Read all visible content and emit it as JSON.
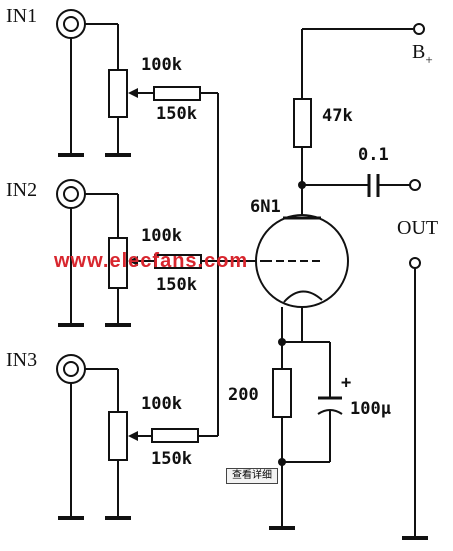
{
  "diagram": {
    "inputs": [
      "IN1",
      "IN2",
      "IN3"
    ],
    "pot_value": "100k",
    "mix_resistor_value": "150k",
    "tube": "6N1",
    "anode_resistor": "47k",
    "coupling_capacitor": "0.1",
    "supply": {
      "label": "B",
      "sign": "+"
    },
    "output": "OUT",
    "cathode_resistor": "200",
    "cathode_capacitor": "100μ",
    "electrolytic_plus": "+"
  },
  "watermark": "www.elecfans.com",
  "view_details_button": "查看详细"
}
